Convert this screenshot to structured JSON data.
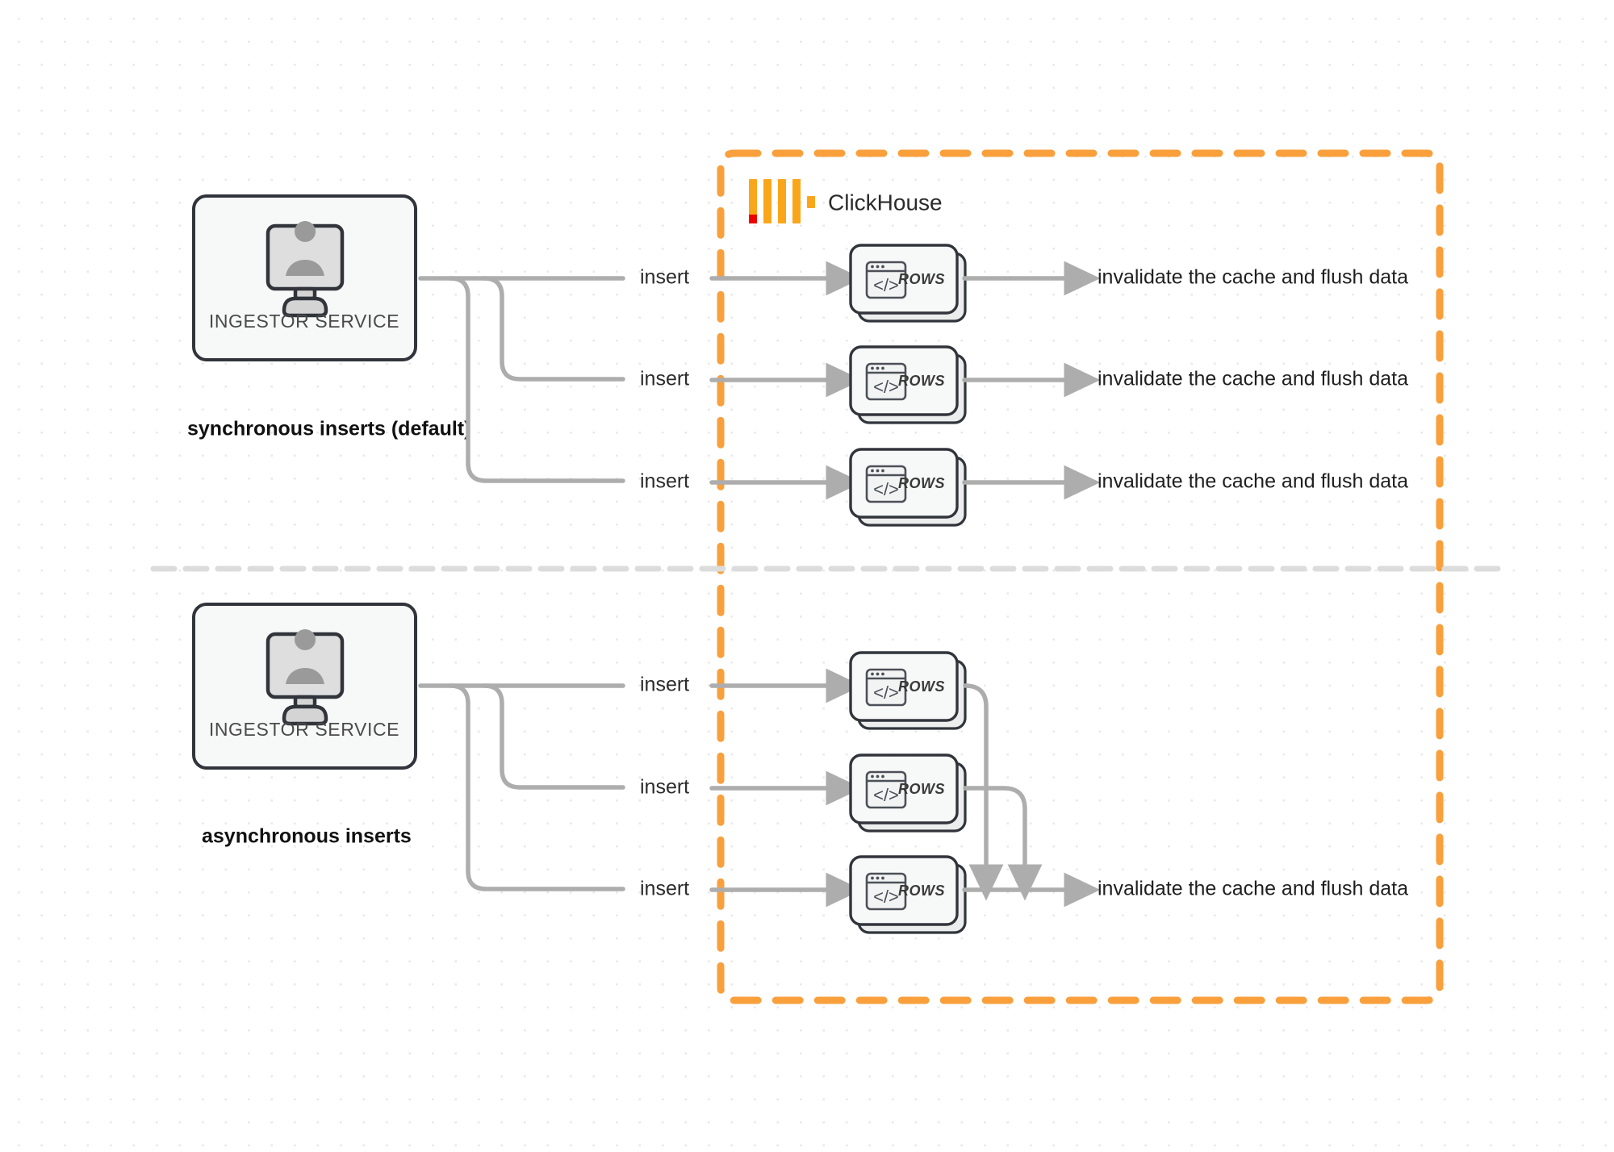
{
  "diagram": {
    "title": "ClickHouse synchronous vs asynchronous inserts",
    "background": "#ffffff",
    "accent_color": "#f9a03c",
    "connector_color": "#adadad",
    "logo_bar_color": "#faa61a",
    "logo_accent_color": "#ee0000"
  },
  "clickhouse_boundary": {
    "brand_label": "ClickHouse",
    "logo_name": "clickhouse-logo"
  },
  "sections": [
    {
      "id": "synchronous",
      "mode_label": "synchronous inserts (default)",
      "service": {
        "label": "INGESTOR SERVICE",
        "icon": "monitor-user-icon"
      },
      "rows": [
        {
          "insert_label": "insert",
          "card_label": "ROWS",
          "card_icon": "code-window-icon",
          "result_label": "invalidate the cache and flush data"
        },
        {
          "insert_label": "insert",
          "card_label": "ROWS",
          "card_icon": "code-window-icon",
          "result_label": "invalidate the cache and flush data"
        },
        {
          "insert_label": "insert",
          "card_label": "ROWS",
          "card_icon": "code-window-icon",
          "result_label": "invalidate the cache and flush data"
        }
      ]
    },
    {
      "id": "asynchronous",
      "mode_label": "asynchronous inserts",
      "service": {
        "label": "INGESTOR SERVICE",
        "icon": "monitor-user-icon"
      },
      "rows": [
        {
          "insert_label": "insert",
          "card_label": "ROWS",
          "card_icon": "code-window-icon",
          "result_label": ""
        },
        {
          "insert_label": "insert",
          "card_label": "ROWS",
          "card_icon": "code-window-icon",
          "result_label": ""
        },
        {
          "insert_label": "insert",
          "card_label": "ROWS",
          "card_icon": "code-window-icon",
          "result_label": "invalidate the cache and flush data"
        }
      ]
    }
  ]
}
